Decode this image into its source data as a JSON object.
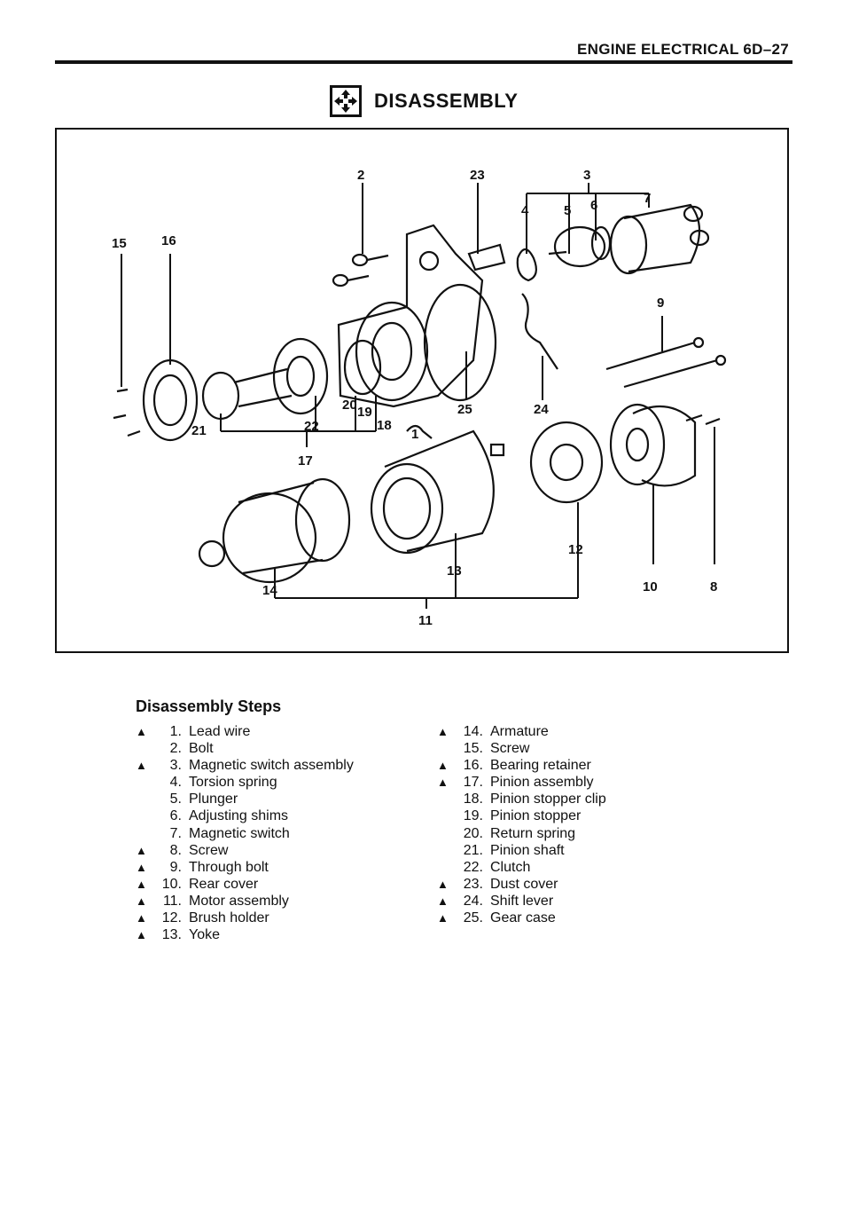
{
  "header": {
    "section": "ENGINE ELECTRICAL 6D–27"
  },
  "title": {
    "text": "DISASSEMBLY",
    "icon": "disassembly-icon"
  },
  "figure": {
    "callouts": [
      "1",
      "2",
      "3",
      "4",
      "5",
      "6",
      "7",
      "8",
      "9",
      "10",
      "11",
      "12",
      "13",
      "14",
      "15",
      "16",
      "17",
      "18",
      "19",
      "20",
      "21",
      "22",
      "23",
      "24",
      "25"
    ]
  },
  "steps": {
    "title": "Disassembly Steps",
    "marker": "▲",
    "left": [
      {
        "num": "1.",
        "label": "Lead wire",
        "mark": true
      },
      {
        "num": "2.",
        "label": "Bolt",
        "mark": false
      },
      {
        "num": "3.",
        "label": "Magnetic switch assembly",
        "mark": true
      },
      {
        "num": "4.",
        "label": "Torsion spring",
        "mark": false
      },
      {
        "num": "5.",
        "label": "Plunger",
        "mark": false
      },
      {
        "num": "6.",
        "label": "Adjusting shims",
        "mark": false
      },
      {
        "num": "7.",
        "label": "Magnetic switch",
        "mark": false
      },
      {
        "num": "8.",
        "label": "Screw",
        "mark": true
      },
      {
        "num": "9.",
        "label": "Through bolt",
        "mark": true
      },
      {
        "num": "10.",
        "label": "Rear cover",
        "mark": true
      },
      {
        "num": "11.",
        "label": "Motor assembly",
        "mark": true
      },
      {
        "num": "12.",
        "label": "Brush holder",
        "mark": true
      },
      {
        "num": "13.",
        "label": "Yoke",
        "mark": true
      }
    ],
    "right": [
      {
        "num": "14.",
        "label": "Armature",
        "mark": true
      },
      {
        "num": "15.",
        "label": "Screw",
        "mark": false
      },
      {
        "num": "16.",
        "label": "Bearing retainer",
        "mark": true
      },
      {
        "num": "17.",
        "label": "Pinion assembly",
        "mark": true
      },
      {
        "num": "18.",
        "label": "Pinion stopper clip",
        "mark": false
      },
      {
        "num": "19.",
        "label": "Pinion stopper",
        "mark": false
      },
      {
        "num": "20.",
        "label": "Return spring",
        "mark": false
      },
      {
        "num": "21.",
        "label": "Pinion shaft",
        "mark": false
      },
      {
        "num": "22.",
        "label": "Clutch",
        "mark": false
      },
      {
        "num": "23.",
        "label": "Dust cover",
        "mark": true
      },
      {
        "num": "24.",
        "label": "Shift lever",
        "mark": true
      },
      {
        "num": "25.",
        "label": "Gear case",
        "mark": true
      }
    ]
  }
}
